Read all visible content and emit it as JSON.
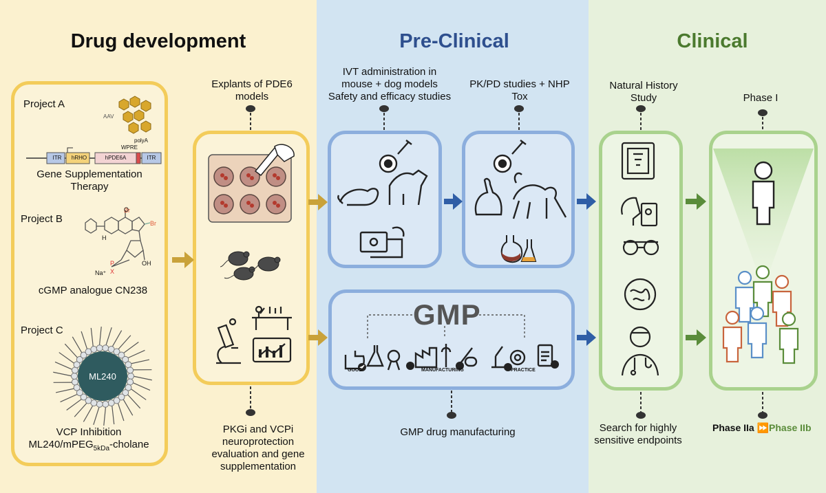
{
  "drug_development": {
    "title": "Drug development",
    "project_a": {
      "name": "Project A",
      "caption": "Gene Supplementation Therapy",
      "aav": "AAV",
      "polya": "polyA",
      "wpre": "WPRE",
      "construct": [
        "ITR",
        "hRHO",
        "hPDE6A",
        "ITR"
      ]
    },
    "project_b": {
      "name": "Project B",
      "caption": "cGMP analogue CN238",
      "br": "Br",
      "na": "Na⁺",
      "p": "P",
      "h": "H",
      "oh": "OH",
      "o": "O",
      "x": "X"
    },
    "project_c": {
      "name": "Project C",
      "caption_line1": "VCP Inhibition",
      "caption_line2_main": "ML240/mPEG",
      "caption_sub": "5kDa",
      "caption_tail": "-cholane",
      "core": "ML240"
    },
    "explants_label": "Explants of PDE6 models",
    "bottom_label": "PKGi and VCPi neuroprotection evaluation and gene supplementation"
  },
  "pre_clinical": {
    "title": "Pre-Clinical",
    "ivt_label": "IVT administration in mouse + dog models Safety and efficacy studies",
    "pkpd_label": "PK/PD studies + NHP Tox",
    "gmp": {
      "word": "GMP",
      "good": "GOOD",
      "manufacturing": "MANUFACTURING",
      "practice": "PRACTICE"
    },
    "gmp_label": "GMP drug manufacturing"
  },
  "clinical": {
    "title": "Clinical",
    "natural_history_label": "Natural History Study",
    "phase1_label": "Phase I",
    "endpoints_label": "Search for highly sensitive endpoints",
    "phase2a": "Phase IIa",
    "phase2b": "Phase IIb"
  },
  "colors": {
    "yellow": "#f3cc5a",
    "blue": "#8caedd",
    "green": "#a9d28d",
    "arrow_gold": "#c9a23a",
    "arrow_blue": "#2f5ea6",
    "arrow_green": "#5a8c3a",
    "title_blue": "#2e4f8e",
    "title_green": "#4b7a2e"
  }
}
